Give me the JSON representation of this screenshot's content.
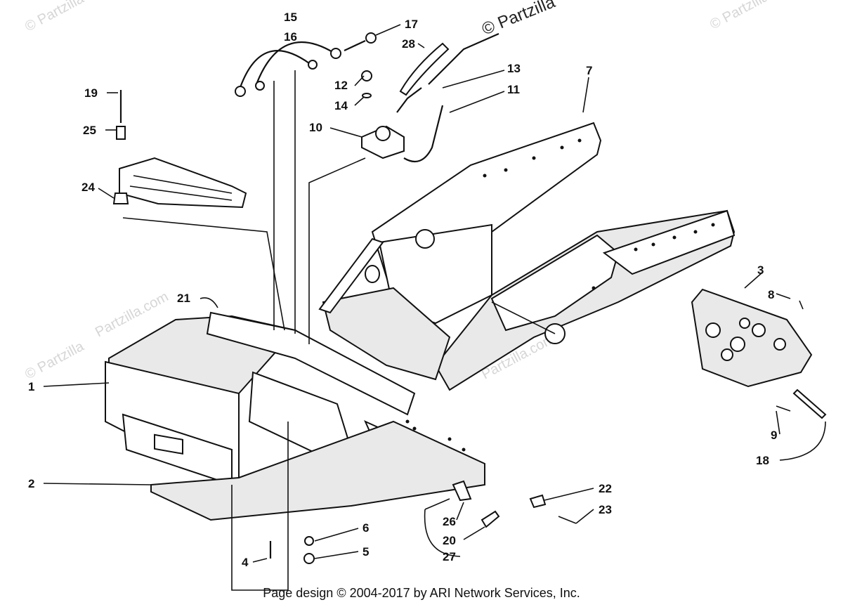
{
  "watermarks": {
    "brand": "© Partzilla",
    "brand_top": "© Partzilla",
    "brand_com": "Partzilla.com"
  },
  "callouts": [
    "1",
    "2",
    "3",
    "4",
    "5",
    "6",
    "7",
    "8",
    "9",
    "10",
    "11",
    "12",
    "13",
    "14",
    "15",
    "16",
    "17",
    "18",
    "19",
    "20",
    "21",
    "22",
    "23",
    "24",
    "25",
    "26",
    "27",
    "28"
  ],
  "footer": {
    "text": "Page design © 2004-2017 by ARI Network Services, Inc."
  }
}
